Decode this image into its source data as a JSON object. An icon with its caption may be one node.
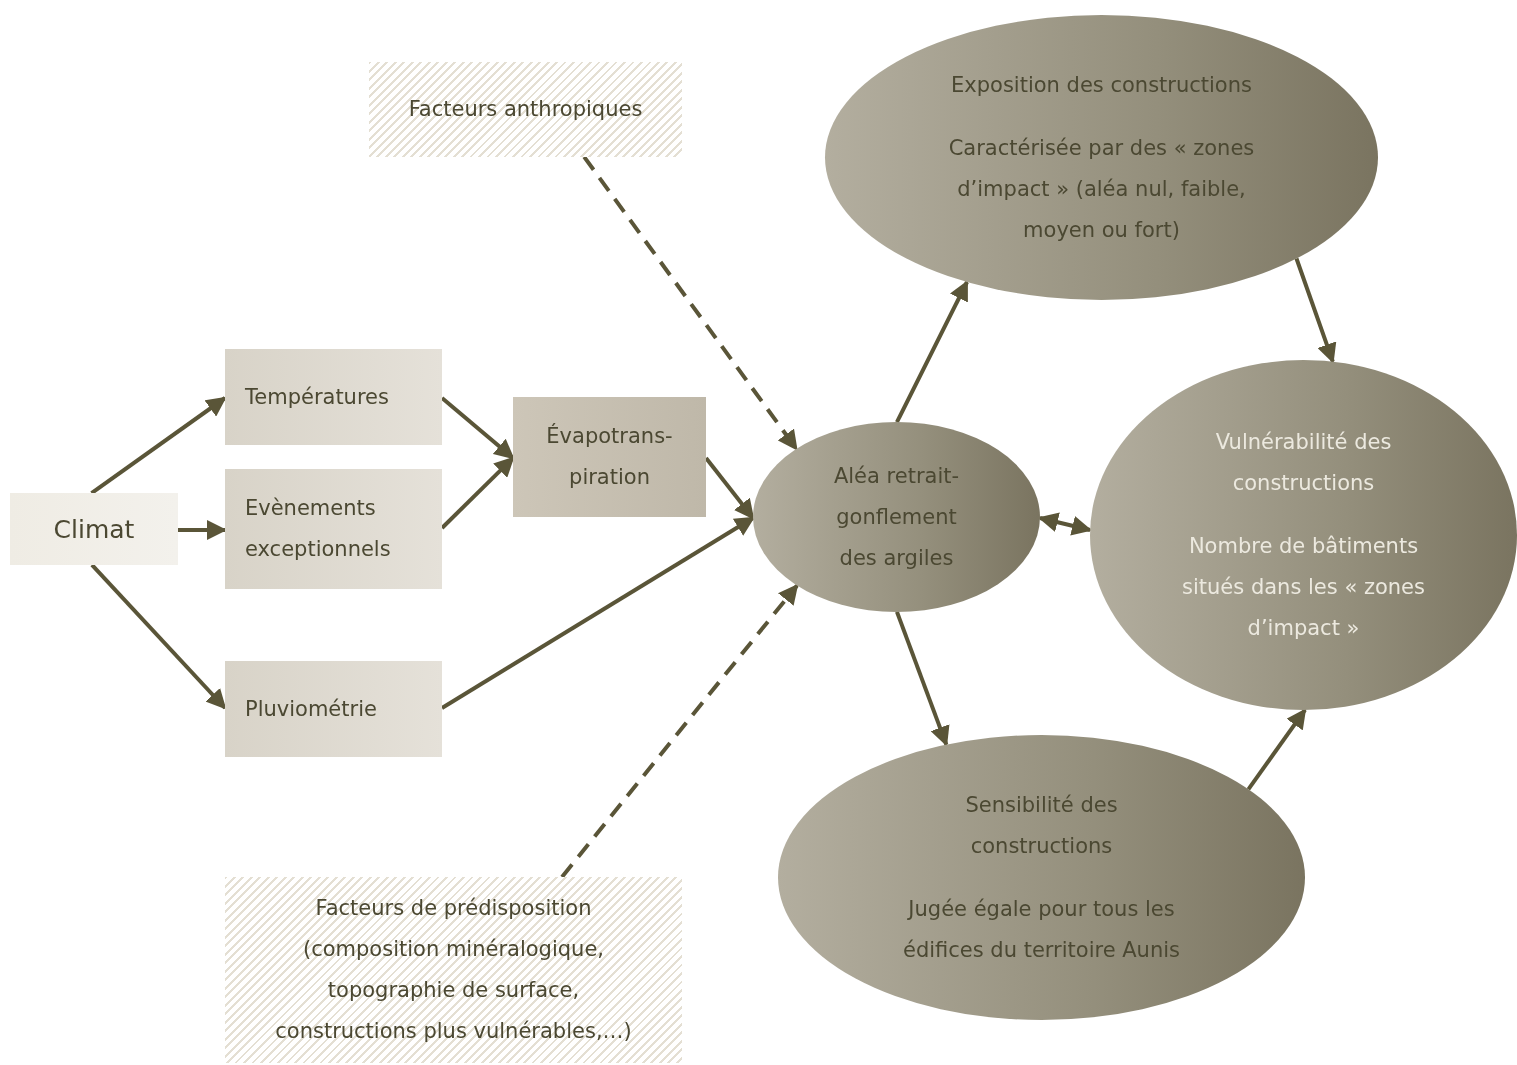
{
  "diagram": {
    "nodes": [
      {
        "text": [
          "Climat"
        ]
      },
      {
        "text": [
          "Températures"
        ]
      },
      {
        "text": [
          "Evènements exceptionnels"
        ]
      },
      {
        "text": [
          "Pluviométrie"
        ]
      },
      {
        "text": [
          "Évapotrans- piration"
        ]
      },
      {
        "text": [
          "Facteurs anthropiques"
        ]
      },
      {
        "text": [
          "Facteurs de prédisposition (composition minéralogique, topographie de surface, constructions plus vulnérables,…)"
        ]
      },
      {
        "text": [
          "Aléa retrait- gonflement des argiles"
        ]
      },
      {
        "text": [
          "Exposition des constructions",
          "Caractérisée par des « zones d’impact » (aléa nul, faible, moyen ou fort)"
        ]
      },
      {
        "text": [
          "Vulnérabilité des constructions",
          "Nombre de bâtiments situés dans les « zones d’impact »"
        ]
      },
      {
        "text": [
          "Sensibilité des constructions",
          "Jugée égale pour tous les édifices du territoire Aunis"
        ]
      }
    ],
    "edges": [
      {
        "from": 0,
        "to": 1,
        "arrow": "to"
      },
      {
        "from": 0,
        "to": 2,
        "arrow": "to"
      },
      {
        "from": 0,
        "to": 3,
        "arrow": "to"
      },
      {
        "from": 1,
        "to": 4,
        "arrow": "to"
      },
      {
        "from": 2,
        "to": 4,
        "arrow": "to"
      },
      {
        "from": 4,
        "to": 7,
        "arrow": "to"
      },
      {
        "from": 3,
        "to": 7,
        "arrow": "to"
      },
      {
        "from": 5,
        "to": 7,
        "arrow": "to",
        "style": "dashed"
      },
      {
        "from": 6,
        "to": 7,
        "arrow": "to",
        "style": "dashed"
      },
      {
        "from": 7,
        "to": 8,
        "arrow": "to"
      },
      {
        "from": 8,
        "to": 9,
        "arrow": "to"
      },
      {
        "from": 7,
        "to": 9,
        "arrow": "both"
      },
      {
        "from": 7,
        "to": 10,
        "arrow": "to"
      },
      {
        "from": 10,
        "to": 9,
        "arrow": "to"
      }
    ]
  }
}
